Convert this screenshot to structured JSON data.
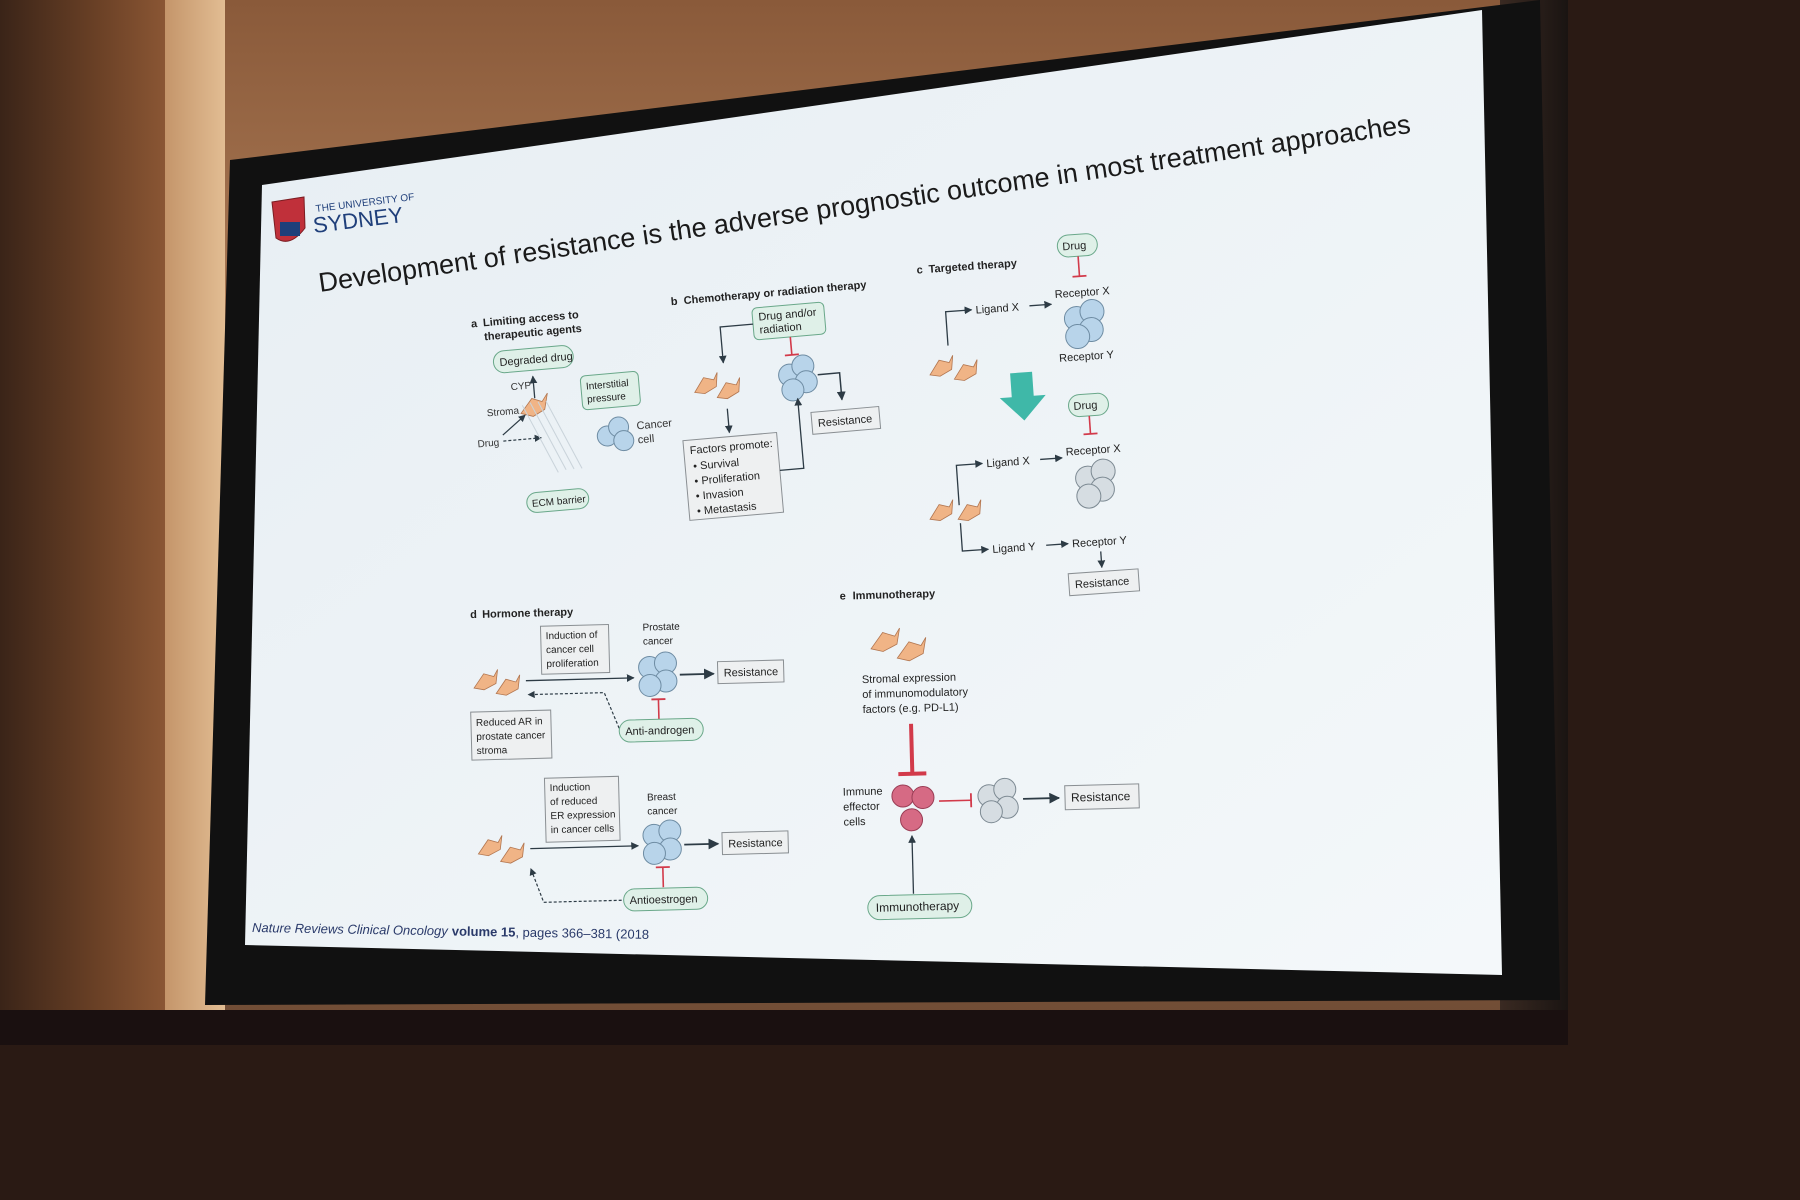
{
  "slide": {
    "title": "Development of resistance is the adverse prognostic outcome in most treatment approaches",
    "logo": {
      "line1": "THE UNIVERSITY OF",
      "line2": "SYDNEY"
    },
    "citation": {
      "journal": "Nature Reviews Clinical Oncology",
      "volume": "volume 15",
      "pages": ", pages 366–381 (2018"
    }
  },
  "panel_a": {
    "letter": "a",
    "title_line1": "Limiting access to",
    "title_line2": "therapeutic agents",
    "degraded_drug": "Degraded drug",
    "cyp": "CYP",
    "stroma": "Stroma",
    "drug": "Drug",
    "interstitial_line1": "Interstitial",
    "interstitial_line2": "pressure",
    "cancer_line1": "Cancer",
    "cancer_line2": "cell",
    "ecm": "ECM barrier"
  },
  "panel_b": {
    "letter": "b",
    "title": "Chemotherapy or radiation therapy",
    "drug_line1": "Drug and/or",
    "drug_line2": "radiation",
    "factors_title": "Factors promote:",
    "factors": [
      "• Survival",
      "• Proliferation",
      "• Invasion",
      "• Metastasis"
    ],
    "resistance": "Resistance"
  },
  "panel_c": {
    "letter": "c",
    "title": "Targeted therapy",
    "drug": "Drug",
    "ligand_x": "Ligand X",
    "receptor_x": "Receptor X",
    "receptor_y": "Receptor Y",
    "ligand_y": "Ligand Y",
    "resistance": "Resistance"
  },
  "panel_d": {
    "letter": "d",
    "title": "Hormone therapy",
    "induction1_l1": "Induction of",
    "induction1_l2": "cancer cell",
    "induction1_l3": "proliferation",
    "prostate_l1": "Prostate",
    "prostate_l2": "cancer",
    "resistance": "Resistance",
    "reduced_l1": "Reduced AR in",
    "reduced_l2": "prostate cancer",
    "reduced_l3": "stroma",
    "anti_androgen": "Anti-androgen",
    "induction2_l1": "Induction",
    "induction2_l2": "of reduced",
    "induction2_l3": "ER expression",
    "induction2_l4": "in cancer cells",
    "breast_l1": "Breast",
    "breast_l2": "cancer",
    "antiestrogen": "Antioestrogen"
  },
  "panel_e": {
    "letter": "e",
    "title": "Immunotherapy",
    "stromal_l1": "Stromal expression",
    "stromal_l2": "of immunomodulatory",
    "stromal_l3": "factors (e.g. PD-L1)",
    "immune_l1": "Immune",
    "immune_l2": "effector",
    "immune_l3": "cells",
    "resistance": "Resistance",
    "immunotherapy": "Immunotherapy"
  },
  "colors": {
    "slide_bg": "#eef3f6",
    "box_green": "#dff0e8",
    "box_green_border": "#6aa88a",
    "inhibit_red": "#d23a4a",
    "arrow_teal": "#3fb8a8",
    "cell_blue": "#b8d4ea",
    "immune_pink": "#d66a84"
  }
}
